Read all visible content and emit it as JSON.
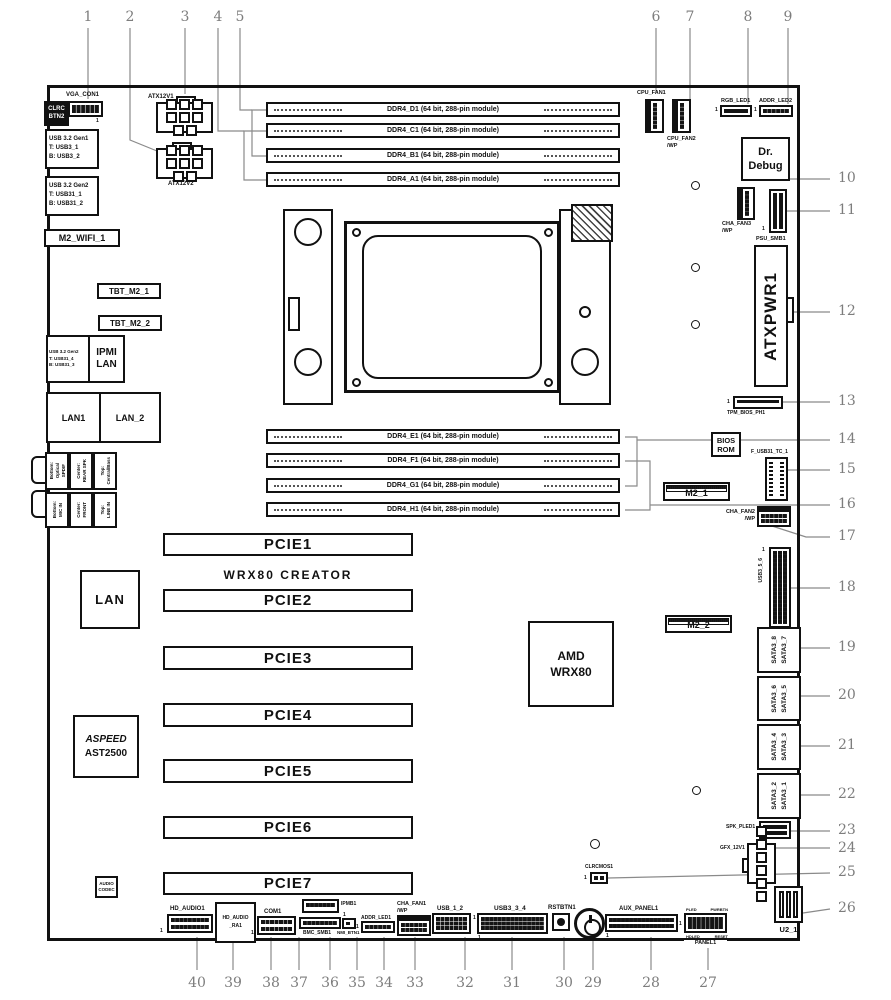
{
  "pin1": "1",
  "callouts": {
    "top": [
      "1",
      "2",
      "3",
      "4",
      "5",
      "6",
      "7",
      "8",
      "9"
    ],
    "right": [
      "10",
      "11",
      "12",
      "13",
      "14",
      "15",
      "16",
      "17",
      "18",
      "19",
      "20",
      "21",
      "22",
      "23",
      "24",
      "25",
      "26"
    ],
    "bottom": [
      "40",
      "39",
      "38",
      "37",
      "36",
      "35",
      "34",
      "33",
      "32",
      "31",
      "30",
      "29",
      "28",
      "27"
    ]
  },
  "board": {
    "vga_con1": "VGA_CON1",
    "clrc": [
      "CLRC",
      "BTN2"
    ],
    "usb_gen1": [
      "USB 3.2 Gen1",
      "T: USB3_1",
      "B: USB3_2"
    ],
    "usb_gen2": [
      "USB 3.2 Gen2",
      "T: USB31_1",
      "B: USB31_2"
    ],
    "m2_wifi": "M2_WIFI_1",
    "atx12v1": "ATX12V1",
    "atx12v2": "ATX12V2",
    "ddr4_top": [
      "DDR4_D1 (64 bit, 288-pin module)",
      "DDR4_C1 (64 bit, 288-pin module)",
      "DDR4_B1 (64 bit, 288-pin module)",
      "DDR4_A1 (64 bit, 288-pin module)"
    ],
    "ddr4_bottom": [
      "DDR4_E1 (64 bit, 288-pin module)",
      "DDR4_F1 (64 bit, 288-pin module)",
      "DDR4_G1 (64 bit, 288-pin module)",
      "DDR4_H1 (64 bit, 288-pin module)"
    ],
    "tbt_m2_1": "TBT_M2_1",
    "tbt_m2_2": "TBT_M2_2",
    "ipmi_usb": [
      "USB 3.2 Gen2",
      "T: USB31_4",
      "B: USB31_3"
    ],
    "ipmi_lan": [
      "IPMI",
      "LAN"
    ],
    "lan1": "LAN1",
    "lan_2": "LAN_2",
    "audio_row1": [
      [
        "Bottom:",
        "Optical",
        "SPDIF"
      ],
      [
        "Center:",
        "REAR SPK"
      ],
      [
        "Top:",
        "Central/Bass"
      ]
    ],
    "audio_row2": [
      [
        "Bottom:",
        "MIC IN"
      ],
      [
        "Center:",
        "FRONT"
      ],
      [
        "Top:",
        "LINE IN"
      ]
    ],
    "cpu_fan1": "CPU_FAN1",
    "cpu_fan2": [
      "CPU_FAN2",
      "/WP"
    ],
    "rgb_led1": "RGB_LED1",
    "addr_led2": "ADDR_LED2",
    "dr_debug": [
      "Dr.",
      "Debug"
    ],
    "cha_fan3": [
      "CHA_FAN3",
      "/WP"
    ],
    "psu_smb1": "PSU_SMB1",
    "atxpwr1": "ATXPWR1",
    "tpm": "TPM_BIOS_PH1",
    "bios_rom": [
      "BIOS",
      "ROM"
    ],
    "f_usb31": "F_USB31_TC_1",
    "m2_1": "M2_1",
    "m2_2": "M2_2",
    "cha_fan2": [
      "CHA_FAN2",
      "/WP"
    ],
    "usb3_5_6": "USB3_5_6",
    "amd": [
      "AMD",
      "WRX80"
    ],
    "wrx80_creator": "WRX80 CREATOR",
    "pcie": [
      "PCIE1",
      "PCIE2",
      "PCIE3",
      "PCIE4",
      "PCIE5",
      "PCIE6",
      "PCIE7"
    ],
    "lan": "LAN",
    "aspeed": [
      "ASPEED",
      "AST2500"
    ],
    "audio_codec": [
      "AUDIO",
      "CODEC"
    ],
    "sata": [
      [
        "SATA3_8",
        "SATA3_7"
      ],
      [
        "SATA3_6",
        "SATA3_5"
      ],
      [
        "SATA3_4",
        "SATA3_3"
      ],
      [
        "SATA3_2",
        "SATA3_1"
      ]
    ],
    "spk_pled1": "SPK_PLED1",
    "gfx_12v1": "GFX_12V1",
    "clrcmos1": "CLRCMOS1",
    "u2_1": "U2_1",
    "hd_audio1": "HD_AUDIO1",
    "hd_audio_ra1": [
      "HD_AUDIO",
      "_RA1"
    ],
    "com1": "COM1",
    "ipmb1": "IPMB1",
    "bmc_smb1": "BMC_SMB1",
    "nmi_btn1": "NMI_BTN1",
    "addr_led1": "ADDR_LED1",
    "cha_fan1": [
      "CHA_FAN1",
      "/WP"
    ],
    "usb_1_2": "USB_1_2",
    "usb3_3_4": "USB3_3_4",
    "rstbtn1": "RSTBTN1",
    "aux_panel1": "AUX_PANEL1",
    "panel1": "PANEL1",
    "panel1_top": [
      "PLED",
      "PWRBTN"
    ],
    "panel1_bottom": [
      "HDLED",
      "RESET"
    ]
  }
}
